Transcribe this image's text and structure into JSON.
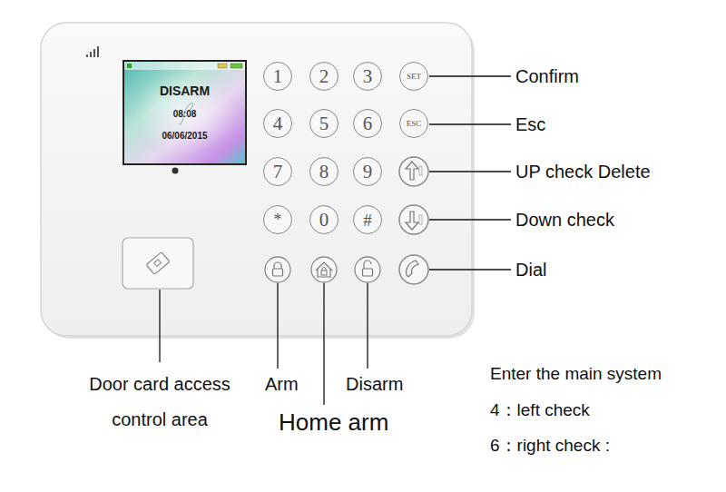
{
  "diagram": {
    "nodes": [
      {
        "text": [
          "DISARM",
          "08:08",
          "06/06/2015"
        ]
      },
      {
        "text": [
          "1"
        ]
      },
      {
        "text": [
          "2"
        ]
      },
      {
        "text": [
          "3"
        ]
      },
      {
        "text": [
          "SET"
        ]
      },
      {
        "text": [
          "4"
        ]
      },
      {
        "text": [
          "5"
        ]
      },
      {
        "text": [
          "6"
        ]
      },
      {
        "text": [
          "ESC"
        ]
      },
      {
        "text": [
          "7"
        ]
      },
      {
        "text": [
          "8"
        ]
      },
      {
        "text": [
          "9"
        ]
      },
      {
        "text": [
          "*"
        ]
      },
      {
        "text": [
          "0"
        ]
      },
      {
        "text": [
          "#"
        ]
      }
    ],
    "labels": [
      "Confirm",
      "Esc",
      "UP check Delete",
      "Down check",
      "Dial",
      "Door card access control area",
      "Arm",
      "Home arm",
      "Disarm",
      "Enter the main system",
      "4：left check",
      "6：right check :"
    ]
  }
}
